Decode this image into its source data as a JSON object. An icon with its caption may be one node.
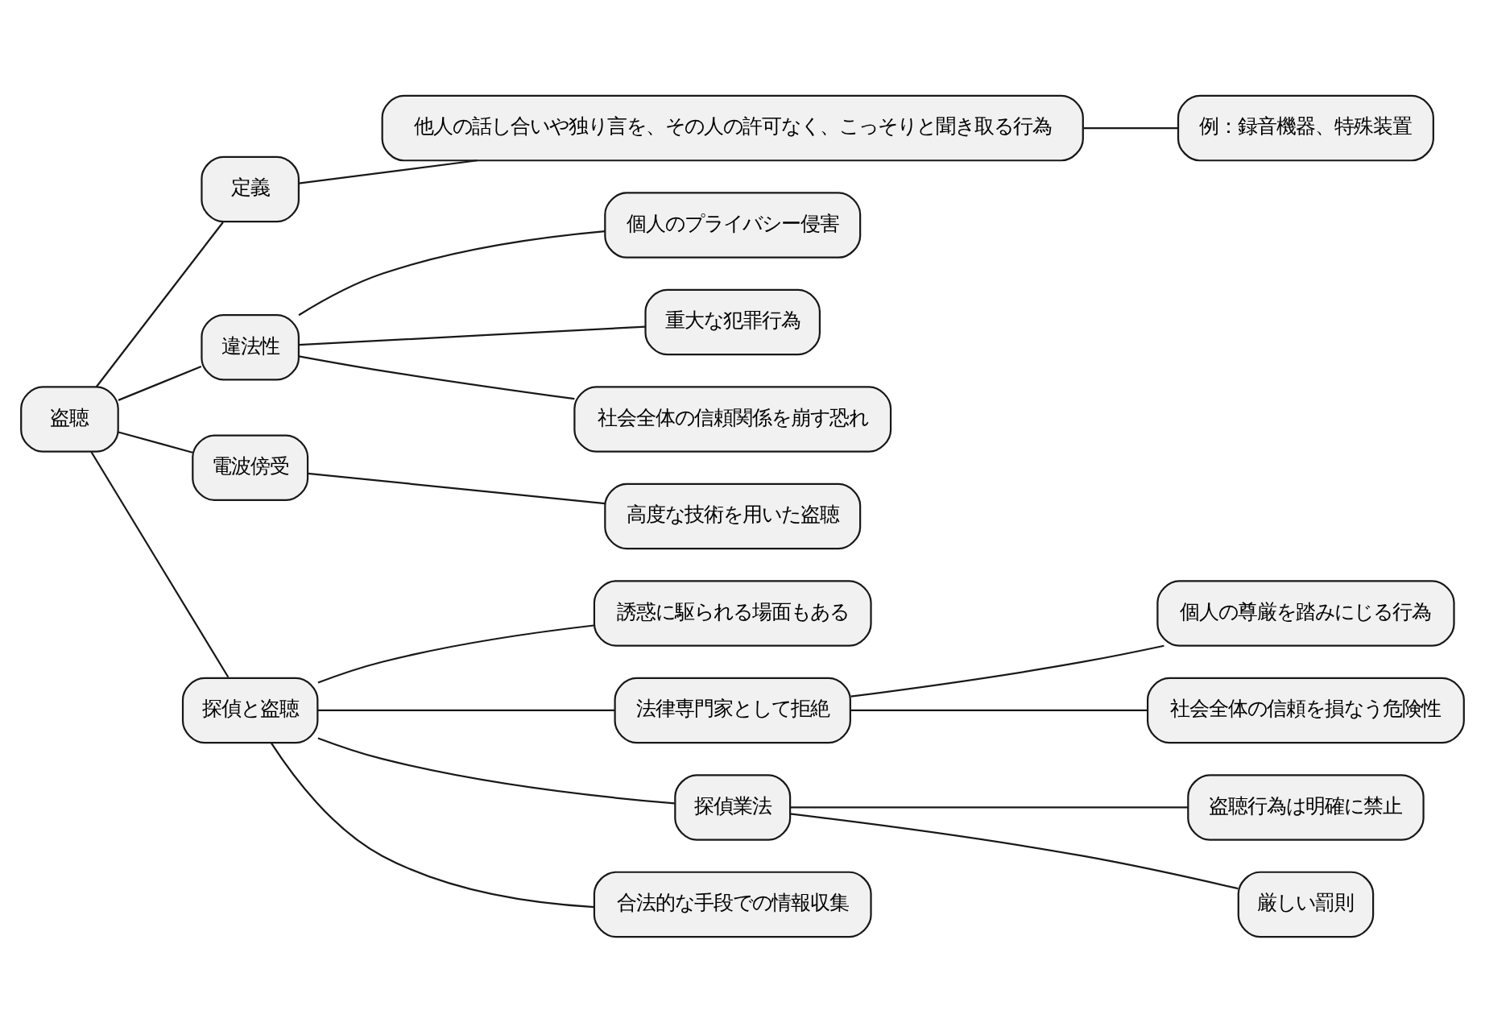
{
  "diagram": {
    "nodes": [
      {
        "text": [
          "盗聴"
        ]
      },
      {
        "text": [
          "定義"
        ]
      },
      {
        "text": [
          "他人の話し合いや独り言を、その人の許可なく、こっそりと聞き取る行為"
        ]
      },
      {
        "text": [
          "例：録音機器、特殊装置"
        ]
      },
      {
        "text": [
          "違法性"
        ]
      },
      {
        "text": [
          "個人のプライバシー侵害"
        ]
      },
      {
        "text": [
          "重大な犯罪行為"
        ]
      },
      {
        "text": [
          "社会全体の信頼関係を崩す恐れ"
        ]
      },
      {
        "text": [
          "電波傍受"
        ]
      },
      {
        "text": [
          "高度な技術を用いた盗聴"
        ]
      },
      {
        "text": [
          "探偵と盗聴"
        ]
      },
      {
        "text": [
          "誘惑に駆られる場面もある"
        ]
      },
      {
        "text": [
          "法律専門家として拒絶"
        ]
      },
      {
        "text": [
          "個人の尊厳を踏みにじる行為"
        ]
      },
      {
        "text": [
          "社会全体の信頼を損なう危険性"
        ]
      },
      {
        "text": [
          "探偵業法"
        ]
      },
      {
        "text": [
          "盗聴行為は明確に禁止"
        ]
      },
      {
        "text": [
          "厳しい罰則"
        ]
      },
      {
        "text": [
          "合法的な手段での情報収集"
        ]
      }
    ],
    "edges": [
      {
        "from": 0,
        "to": 1,
        "arrow": "none"
      },
      {
        "from": 1,
        "to": 2,
        "arrow": "none"
      },
      {
        "from": 2,
        "to": 3,
        "arrow": "none"
      },
      {
        "from": 0,
        "to": 4,
        "arrow": "none"
      },
      {
        "from": 4,
        "to": 5,
        "arrow": "none"
      },
      {
        "from": 4,
        "to": 6,
        "arrow": "none"
      },
      {
        "from": 4,
        "to": 7,
        "arrow": "none"
      },
      {
        "from": 0,
        "to": 8,
        "arrow": "none"
      },
      {
        "from": 8,
        "to": 9,
        "arrow": "none"
      },
      {
        "from": 0,
        "to": 10,
        "arrow": "none"
      },
      {
        "from": 10,
        "to": 11,
        "arrow": "none"
      },
      {
        "from": 10,
        "to": 12,
        "arrow": "none"
      },
      {
        "from": 12,
        "to": 13,
        "arrow": "none"
      },
      {
        "from": 12,
        "to": 14,
        "arrow": "none"
      },
      {
        "from": 10,
        "to": 15,
        "arrow": "none"
      },
      {
        "from": 15,
        "to": 16,
        "arrow": "none"
      },
      {
        "from": 15,
        "to": 17,
        "arrow": "none"
      },
      {
        "from": 10,
        "to": 18,
        "arrow": "none"
      }
    ]
  }
}
